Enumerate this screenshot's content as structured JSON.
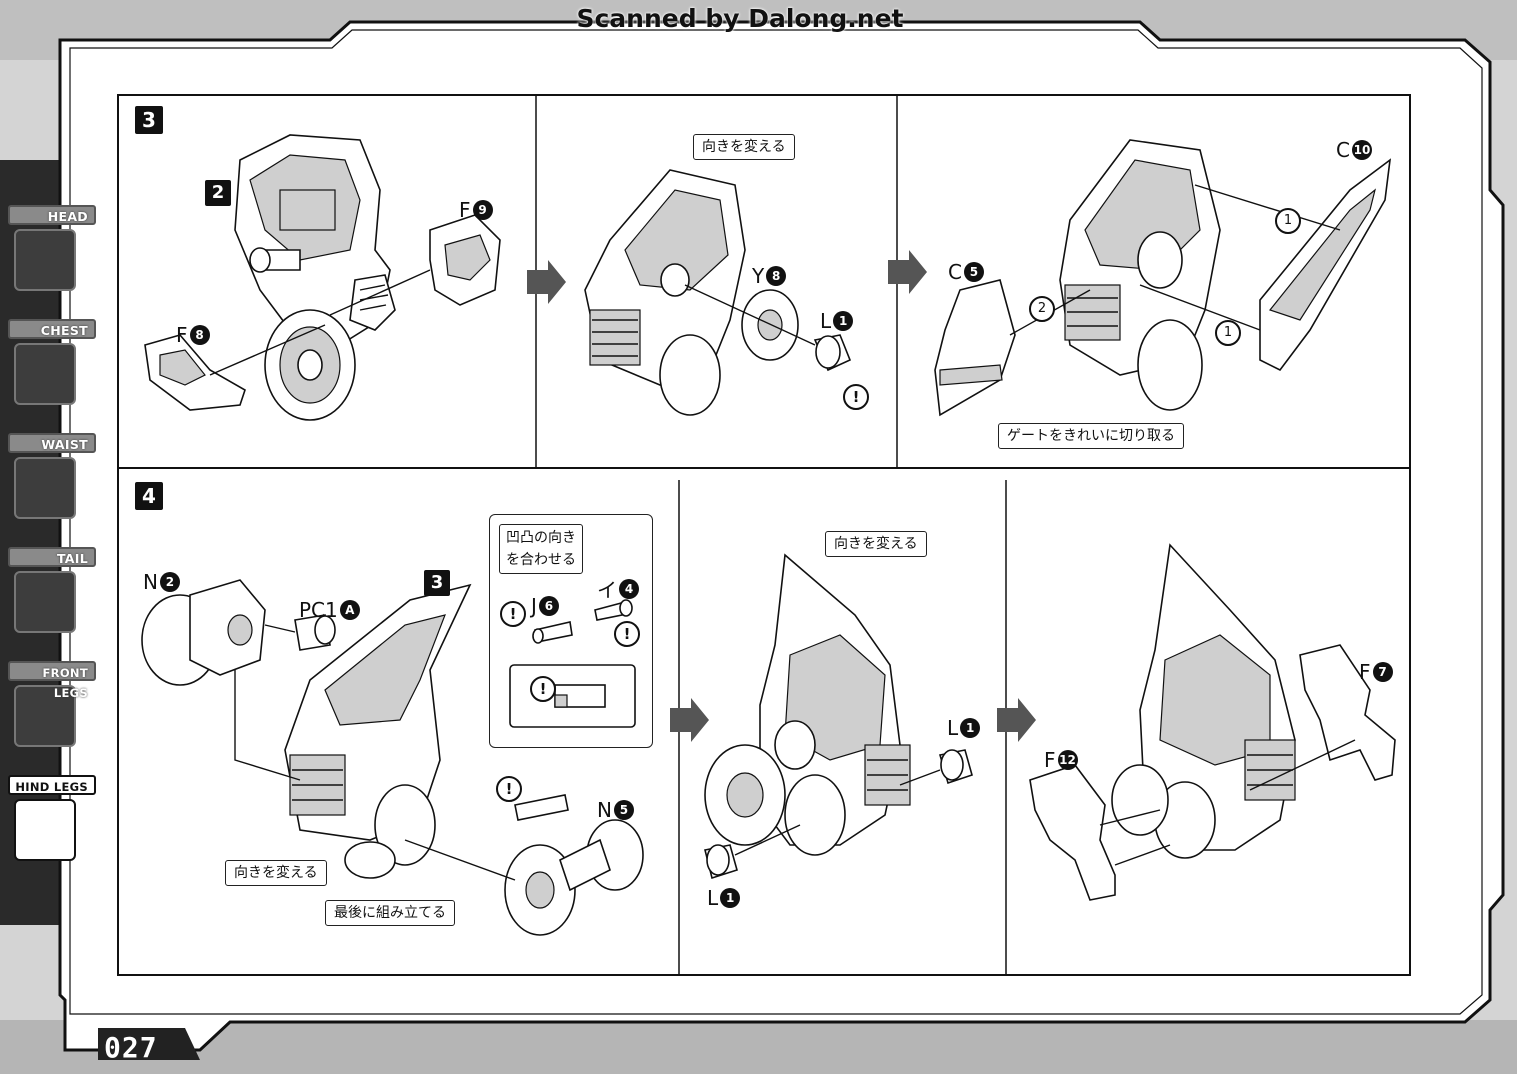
{
  "header": {
    "scan_credit": "Scanned by Dalong.net"
  },
  "sidebar": {
    "tabs": [
      {
        "label": "HEAD",
        "active": false
      },
      {
        "label": "CHEST",
        "active": false
      },
      {
        "label": "WAIST",
        "active": false
      },
      {
        "label": "TAIL",
        "active": false
      },
      {
        "label": "FRONT LEGS",
        "active": false
      },
      {
        "label": "HIND LEGS",
        "active": true
      }
    ]
  },
  "footer": {
    "page_number": "027"
  },
  "step3": {
    "number": "3",
    "panel1": {
      "ref_badge": "2",
      "parts": [
        {
          "letter": "F",
          "num": "9"
        },
        {
          "letter": "F",
          "num": "8"
        }
      ]
    },
    "panel2": {
      "callout": "向きを変える",
      "parts": [
        {
          "letter": "Y",
          "num": "8"
        },
        {
          "letter": "L",
          "num": "1"
        }
      ],
      "caution": "!"
    },
    "panel3": {
      "parts": [
        {
          "letter": "C",
          "num": "10"
        },
        {
          "letter": "C",
          "num": "5"
        }
      ],
      "order_marks": [
        "1",
        "2",
        "1"
      ],
      "callout": "ゲートをきれいに切り取る"
    }
  },
  "step4": {
    "number": "4",
    "panel1": {
      "ref_badge": "3",
      "parts": [
        {
          "letter": "N",
          "num": "2"
        },
        {
          "letter": "PC1",
          "num": "A"
        },
        {
          "letter": "J",
          "num": "6"
        },
        {
          "letter": "イ",
          "num": "4"
        },
        {
          "letter": "N",
          "num": "5"
        }
      ],
      "detail_callout": [
        "凹凸の向き",
        "を合わせる"
      ],
      "callout_turn": "向きを変える",
      "callout_last": "最後に組み立てる",
      "caution": "!"
    },
    "panel2": {
      "callout": "向きを変える",
      "parts": [
        {
          "letter": "L",
          "num": "1"
        },
        {
          "letter": "L",
          "num": "1"
        }
      ]
    },
    "panel3": {
      "parts": [
        {
          "letter": "F",
          "num": "7"
        },
        {
          "letter": "F",
          "num": "12"
        }
      ]
    }
  },
  "colors": {
    "frame": "#111111",
    "page": "#ffffff",
    "dark_chrome": "#2a2a2a",
    "tab_grey": "#8a8a8a"
  }
}
